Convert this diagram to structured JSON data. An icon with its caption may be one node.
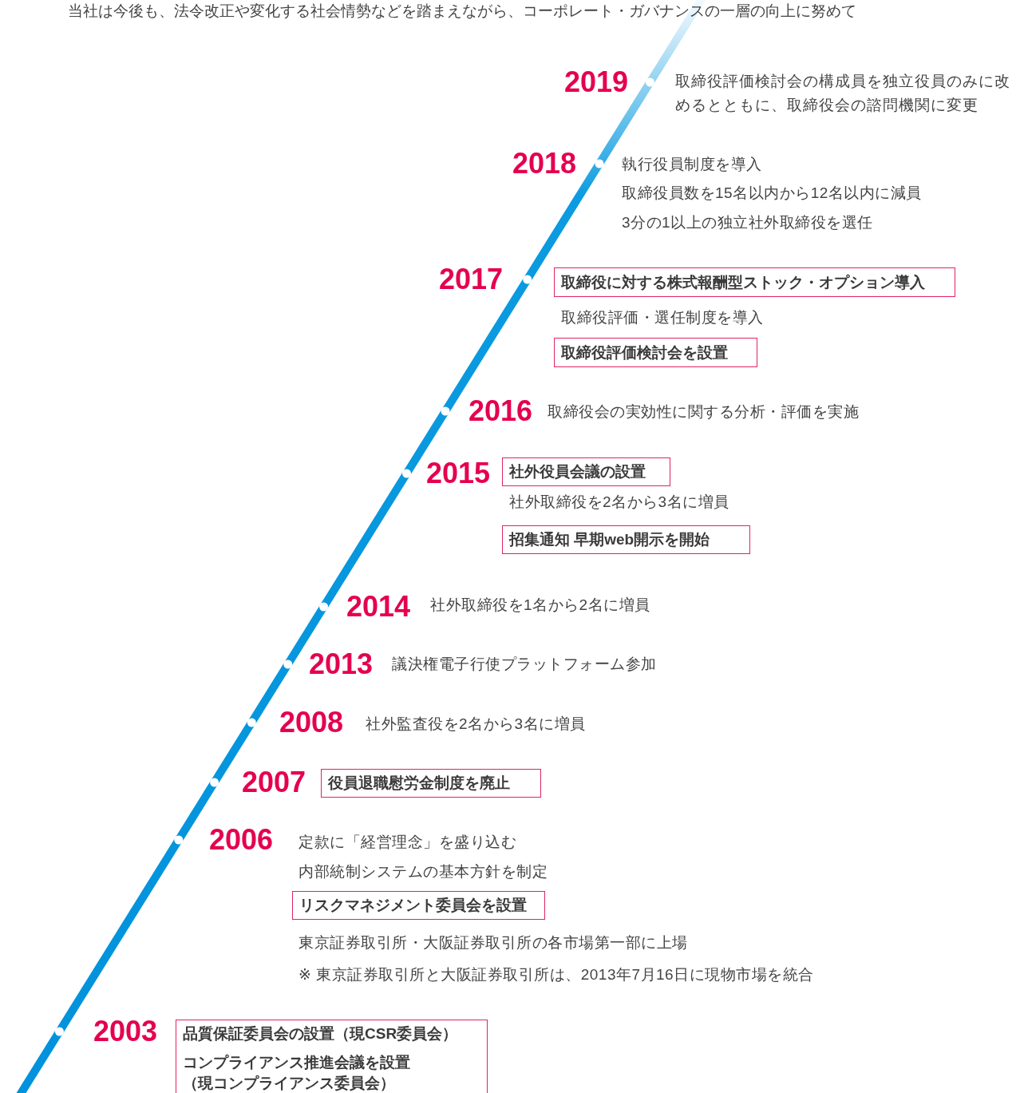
{
  "diagram": {
    "nodes": [
      {
        "text": [
          "取締役に対する株式報酬型ストック・オプション導入"
        ]
      },
      {
        "text": [
          "取締役評価検討会を設置"
        ]
      },
      {
        "text": [
          "社外役員会議の設置"
        ]
      },
      {
        "text": [
          "招集通知 早期web開示を開始"
        ]
      },
      {
        "text": [
          "役員退職慰労金制度を廃止"
        ]
      },
      {
        "text": [
          "リスクマネジメント委員会を設置"
        ]
      },
      {
        "text": [
          "品質保証委員会の設置（現CSR委員会）",
          "コンプライアンス推進会議を設置（現コンプライアンス委員会）"
        ]
      }
    ],
    "labels": [
      "当社は今後も、法令改正や変化する社会情勢などを踏まえながら、コーポレート・ガバナンスの一層の向上に努めて",
      "2019",
      "取締役評価検討会の構成員を独立役員のみに改めるとともに、取締役会の諮問機関に変更",
      "2018",
      "執行役員制度を導入",
      "取締役員数を15名以内から12名以内に減員",
      "3分の1以上の独立社外取締役を選任",
      "2017",
      "取締役評価・選任制度を導入",
      "2016",
      "取締役会の実効性に関する分析・評価を実施",
      "2015",
      "社外取締役を2名から3名に増員",
      "2014",
      "社外取締役を1名から2名に増員",
      "2013",
      "議決権電子行使プラットフォーム参加",
      "2008",
      "社外監査役を2名から3名に増員",
      "2007",
      "2006",
      "定款に「経営理念」を盛り込む",
      "内部統制システムの基本方針を制定",
      "東京証券取引所・大阪証券取引所の各市場第一部に上場",
      "※ 東京証券取引所と大阪証券取引所は、2013年7月16日に現物市場を統合",
      "2003"
    ]
  }
}
